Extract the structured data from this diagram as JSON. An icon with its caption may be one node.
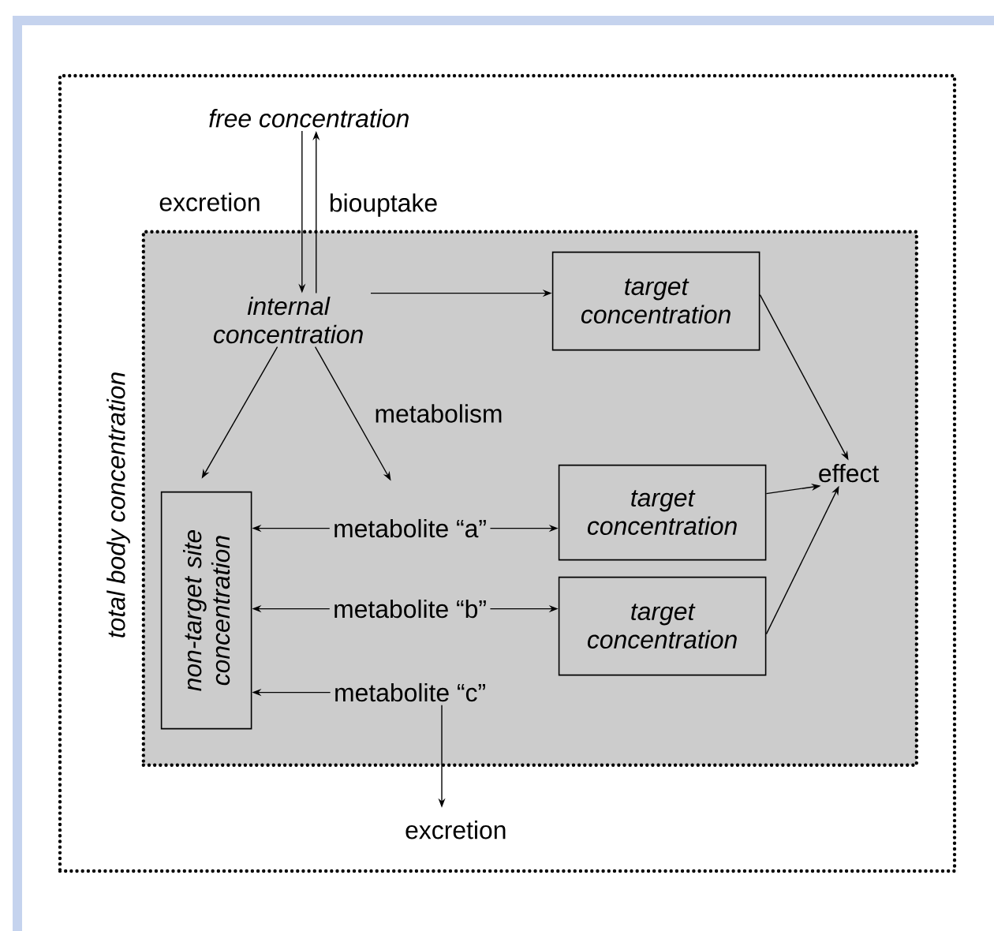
{
  "diagram": {
    "nodes": [
      {
        "text": [
          "total body concentration"
        ]
      },
      {
        "text": [
          "free concentration"
        ],
        "in": 0
      },
      {
        "text": [],
        "shape": "box",
        "in": 0
      },
      {
        "text": [
          "internal concentration"
        ],
        "in": 2
      },
      {
        "text": [
          "target concentration"
        ],
        "in": 2
      },
      {
        "text": [
          "effect"
        ],
        "in": 2
      },
      {
        "text": [
          "non-target site concentration"
        ],
        "in": 2
      },
      {
        "text": [
          "metabolite “a”"
        ],
        "in": 2
      },
      {
        "text": [
          "target concentration"
        ],
        "in": 2
      },
      {
        "text": [
          "metabolite “b”"
        ],
        "in": 2
      },
      {
        "text": [
          "target concentration"
        ],
        "in": 2
      },
      {
        "text": [
          "metabolite “c”"
        ],
        "in": 2
      },
      {
        "text": [
          "excretion"
        ],
        "in": 0
      }
    ],
    "edges": [
      {
        "from": 1,
        "to": 3,
        "arrow": "to",
        "label": "excretion"
      },
      {
        "from": 3,
        "to": 1,
        "arrow": "to",
        "label": "biouptake"
      },
      {
        "from": 3,
        "to": 4,
        "arrow": "to"
      },
      {
        "from": 3,
        "to": 6,
        "arrow": "to"
      },
      {
        "from": 3,
        "to": 7,
        "arrow": "to",
        "label": "metabolism"
      },
      {
        "from": 4,
        "to": 5,
        "arrow": "to"
      },
      {
        "from": 7,
        "to": 6,
        "arrow": "to"
      },
      {
        "from": 7,
        "to": 8,
        "arrow": "to"
      },
      {
        "from": 9,
        "to": 6,
        "arrow": "to"
      },
      {
        "from": 9,
        "to": 10,
        "arrow": "to"
      },
      {
        "from": 8,
        "to": 5,
        "arrow": "to"
      },
      {
        "from": 10,
        "to": 5,
        "arrow": "to"
      },
      {
        "from": 11,
        "to": 6,
        "arrow": "to"
      },
      {
        "from": 11,
        "to": 12,
        "arrow": "to"
      }
    ]
  }
}
